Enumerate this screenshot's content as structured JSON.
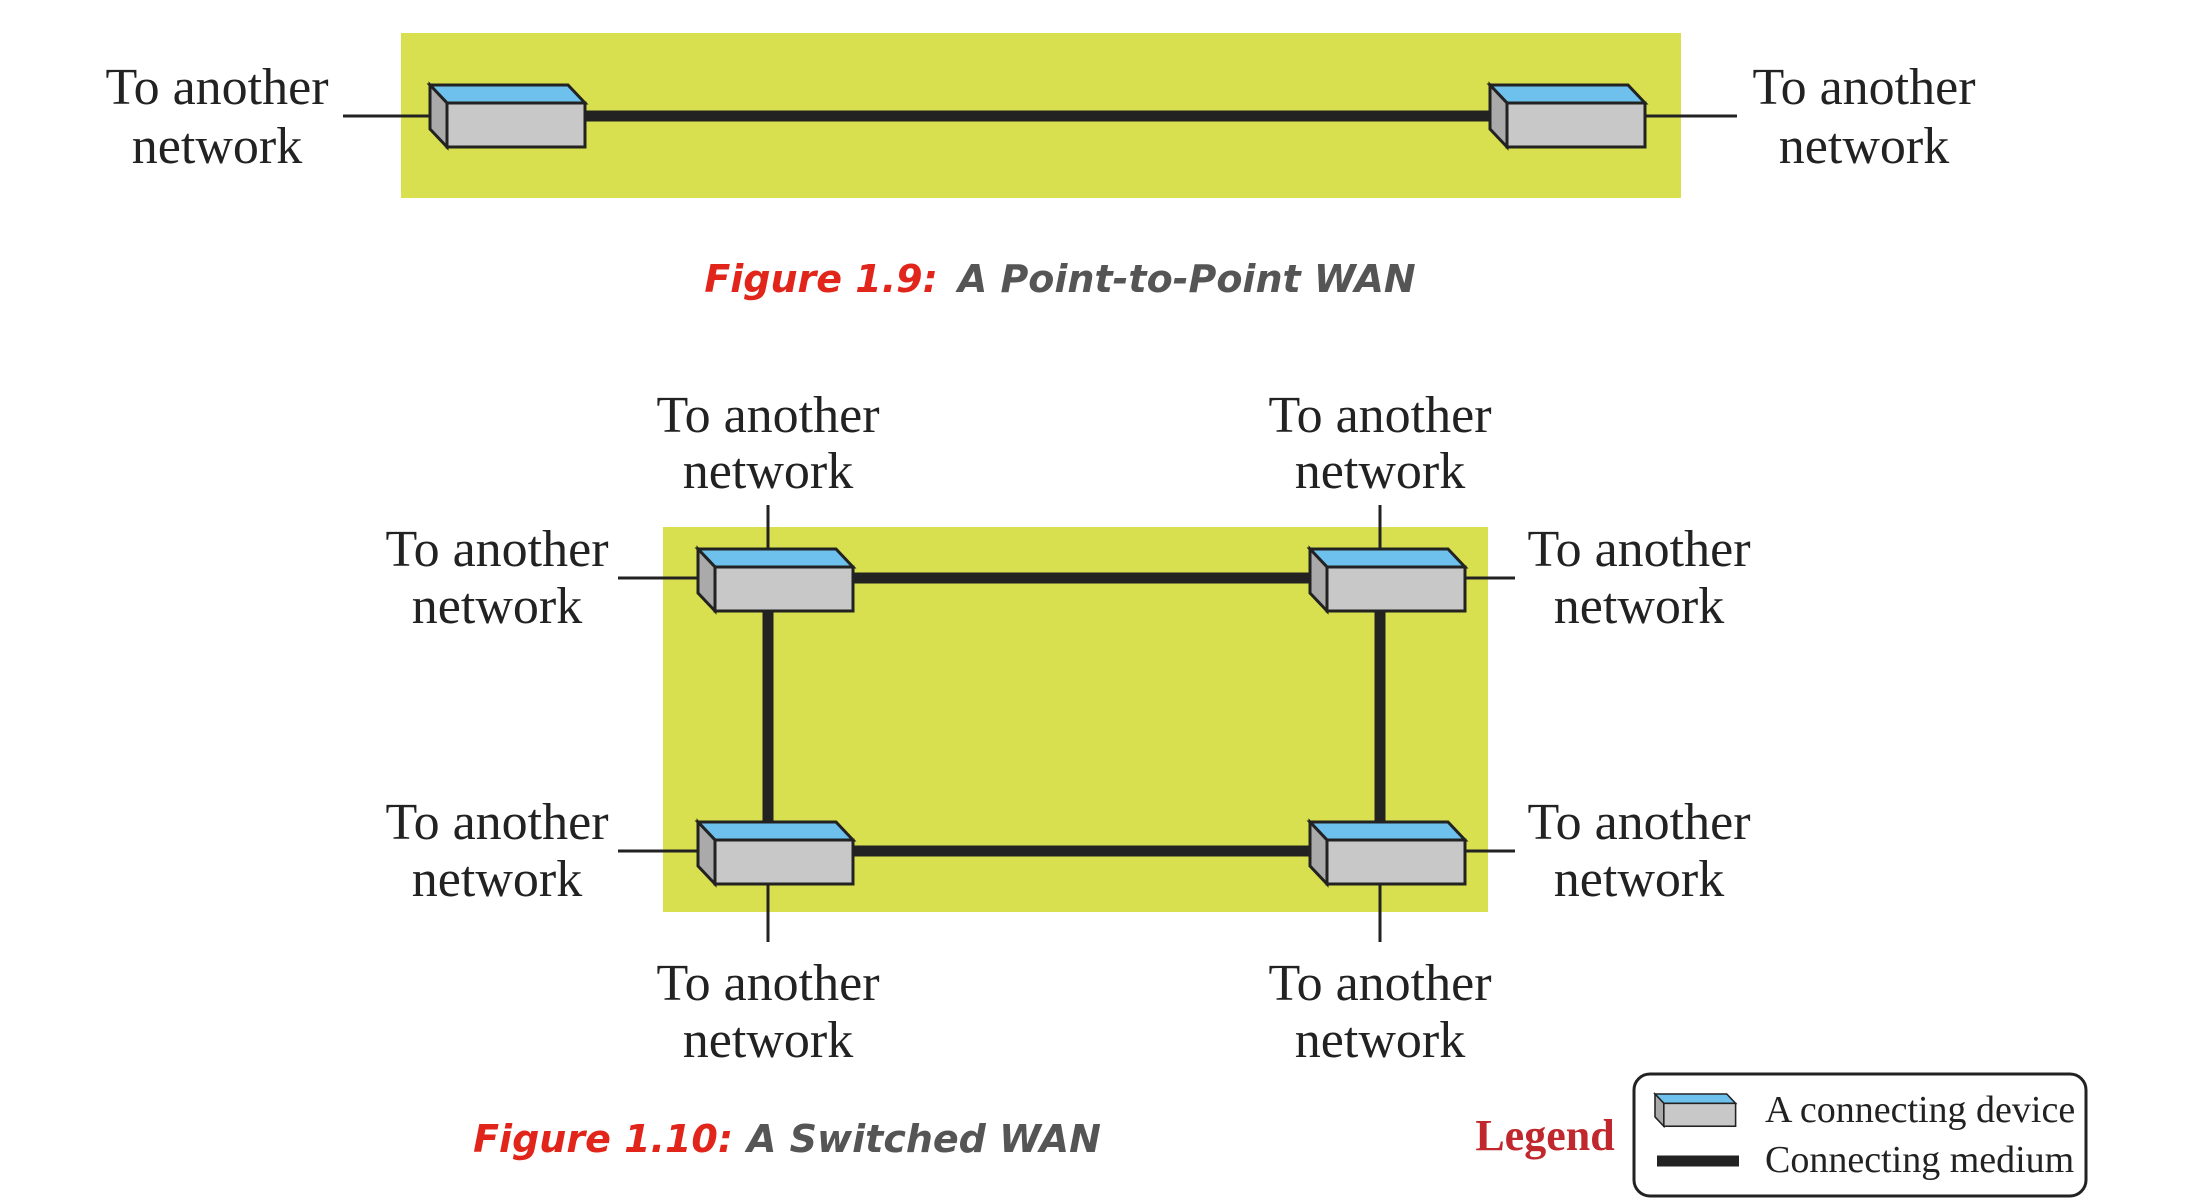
{
  "colors": {
    "wan_bg": "#d9e04f",
    "device_top": "#6ec1ec",
    "device_body": "#c8c8c8",
    "medium": "#222222",
    "caption_num": "#e1251b",
    "caption_text": "#555555",
    "legend_title": "#c0282d"
  },
  "icons": {
    "device": "connecting-device-icon",
    "medium": "connecting-medium-icon"
  },
  "fig1": {
    "caption_num": "Figure 1.9:",
    "caption_text": "A Point-to-Point WAN",
    "labels": {
      "left_1": "To another",
      "left_2": "network",
      "right_1": "To another",
      "right_2": "network"
    }
  },
  "fig2": {
    "caption_num": "Figure 1.10:",
    "caption_text": "A Switched WAN",
    "labels": {
      "tl_top_1": "To another",
      "tl_top_2": "network",
      "tr_top_1": "To another",
      "tr_top_2": "network",
      "tl_side_1": "To another",
      "tl_side_2": "network",
      "tr_side_1": "To another",
      "tr_side_2": "network",
      "bl_side_1": "To another",
      "bl_side_2": "network",
      "br_side_1": "To another",
      "br_side_2": "network",
      "bl_bot_1": "To another",
      "bl_bot_2": "network",
      "br_bot_1": "To another",
      "br_bot_2": "network"
    }
  },
  "legend": {
    "title": "Legend",
    "device_label": "A connecting device",
    "medium_label": "Connecting medium"
  }
}
